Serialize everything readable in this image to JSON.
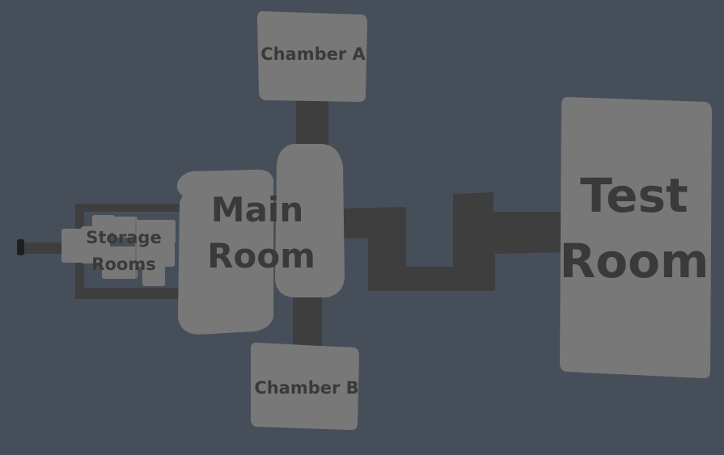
{
  "map": {
    "colors": {
      "background": "#464f59",
      "room": "#787878",
      "corridor": "#3e3e3e",
      "label": "#3a3a3a",
      "endpoint": "#1f1f1f"
    },
    "rooms": {
      "main_room": {
        "line1": "Main",
        "line2": "Room"
      },
      "chamber_a": {
        "label": "Chamber A"
      },
      "chamber_b": {
        "label": "Chamber B"
      },
      "test_room": {
        "line1": "Test",
        "line2": "Room"
      },
      "storage_rooms": {
        "line1": "Storage",
        "line2": "Rooms"
      }
    }
  }
}
